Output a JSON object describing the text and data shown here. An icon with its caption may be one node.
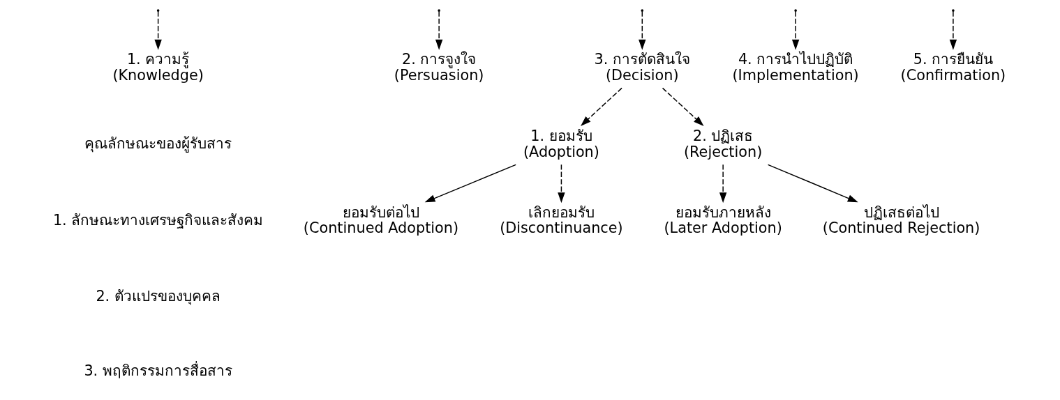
{
  "diagram": {
    "nodes": [
      {
        "text": [
          "1. ความรู้",
          "(Knowledge)"
        ]
      },
      {
        "text": [
          "2. การจูงใจ",
          "(Persuasion)"
        ]
      },
      {
        "text": [
          "3. การตัดสินใจ",
          "(Decision)"
        ]
      },
      {
        "text": [
          "4. การนำไปปฏิบัติ",
          "(Implementation)"
        ]
      },
      {
        "text": [
          "5. การยืนยัน",
          "(Confirmation)"
        ]
      },
      {
        "text": [
          "1. ยอมรับ",
          "(Adoption)"
        ]
      },
      {
        "text": [
          "ยอมรับต่อไป",
          "(Continued Adoption)"
        ]
      },
      {
        "text": [
          "ยอมรับภายหลัง",
          "(Later Adoption)"
        ]
      },
      {
        "text": [
          "เลิกยอมรับ",
          "(Discontinuance)"
        ]
      },
      {
        "text": [
          "2. ปฏิเสธ",
          "(Rejection)"
        ]
      },
      {
        "text": [
          "ปฏิเสธต่อไป",
          "(Continued Rejection)"
        ]
      }
    ],
    "edges": [
      {
        "from": null,
        "to": 0,
        "arrow": "to",
        "style": "dashed"
      },
      {
        "from": null,
        "to": 1,
        "arrow": "to",
        "style": "dashed"
      },
      {
        "from": null,
        "to": 2,
        "arrow": "to",
        "style": "dashed"
      },
      {
        "from": null,
        "to": 3,
        "arrow": "to",
        "style": "dashed"
      },
      {
        "from": null,
        "to": 4,
        "arrow": "to",
        "style": "dashed"
      },
      {
        "from": 2,
        "to": 5,
        "arrow": "to",
        "style": "dashed"
      },
      {
        "from": 2,
        "to": 9,
        "arrow": "to",
        "style": "dashed"
      },
      {
        "from": 5,
        "to": 6,
        "arrow": "to"
      },
      {
        "from": 5,
        "to": 8,
        "arrow": "to",
        "style": "dashed"
      },
      {
        "from": 9,
        "to": 7,
        "arrow": "to",
        "style": "dashed"
      },
      {
        "from": 9,
        "to": 10,
        "arrow": "to"
      }
    ],
    "labels": [
      "คุณลักษณะของผู้รับสาร",
      "1. ลักษณะทางเศรษฐกิจและสังคม",
      "2. ตัวแปรของบุคคล",
      "3. พฤติกรรมการสื่อสาร"
    ]
  }
}
